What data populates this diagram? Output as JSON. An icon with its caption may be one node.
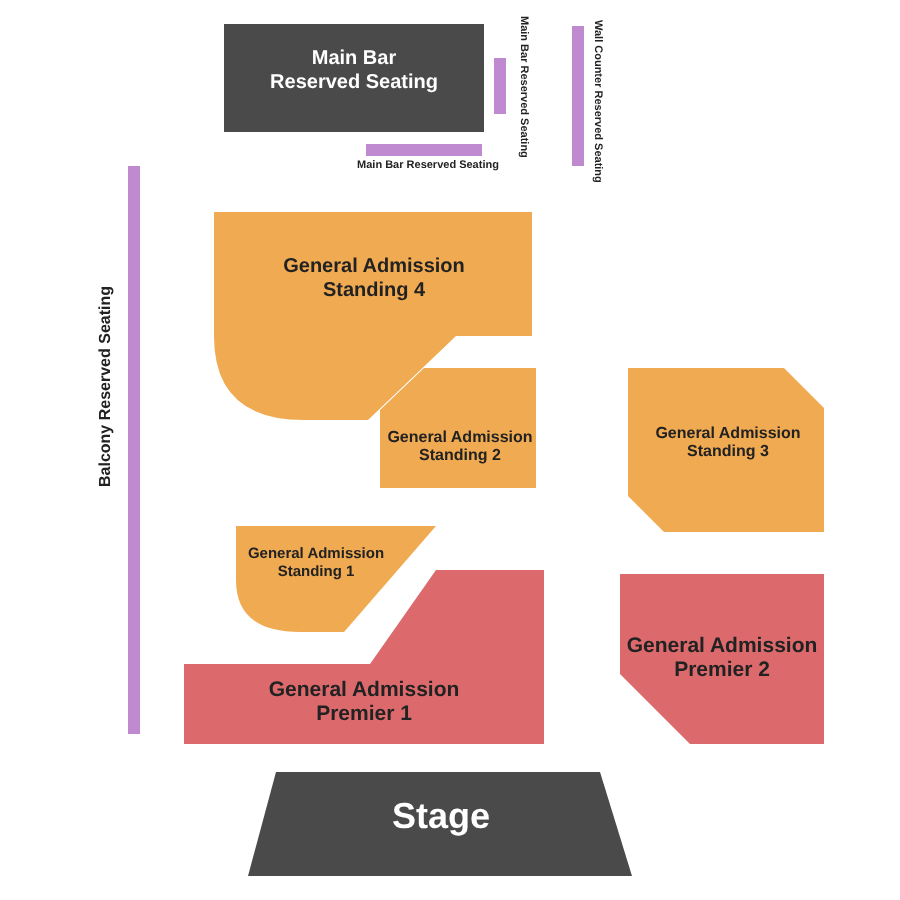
{
  "diagram": {
    "nodes": [
      {
        "text": [
          "Main Bar Reserved Seating"
        ]
      },
      {
        "text": [
          "Main Bar Reserved Seating"
        ]
      },
      {
        "text": [
          "Main Bar Reserved Seating"
        ]
      },
      {
        "text": [
          "Wall Counter Reserved Seating"
        ]
      },
      {
        "text": [
          "Balcony Reserved Seating"
        ]
      },
      {
        "text": [
          "General Admission Standing 4"
        ]
      },
      {
        "text": [
          "General Admission Standing 2"
        ]
      },
      {
        "text": [
          "General Admission Standing 3"
        ]
      },
      {
        "text": [
          "General Admission Standing 1"
        ]
      },
      {
        "text": [
          "General Admission Premier 1"
        ]
      },
      {
        "text": [
          "General Admission Premier 2"
        ]
      },
      {
        "text": [
          "Stage"
        ]
      }
    ]
  }
}
